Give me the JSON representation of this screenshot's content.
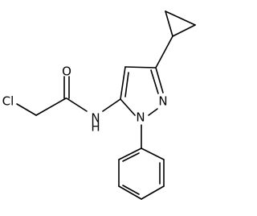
{
  "molecule": {
    "atoms": {
      "cl": "Cl",
      "o": "O",
      "nh": "N",
      "h": "H",
      "n_ring_top": "N",
      "n_ring_bottom": "N"
    }
  },
  "colors": {
    "bond": "#000000",
    "label": "#000000",
    "background": "#ffffff"
  }
}
